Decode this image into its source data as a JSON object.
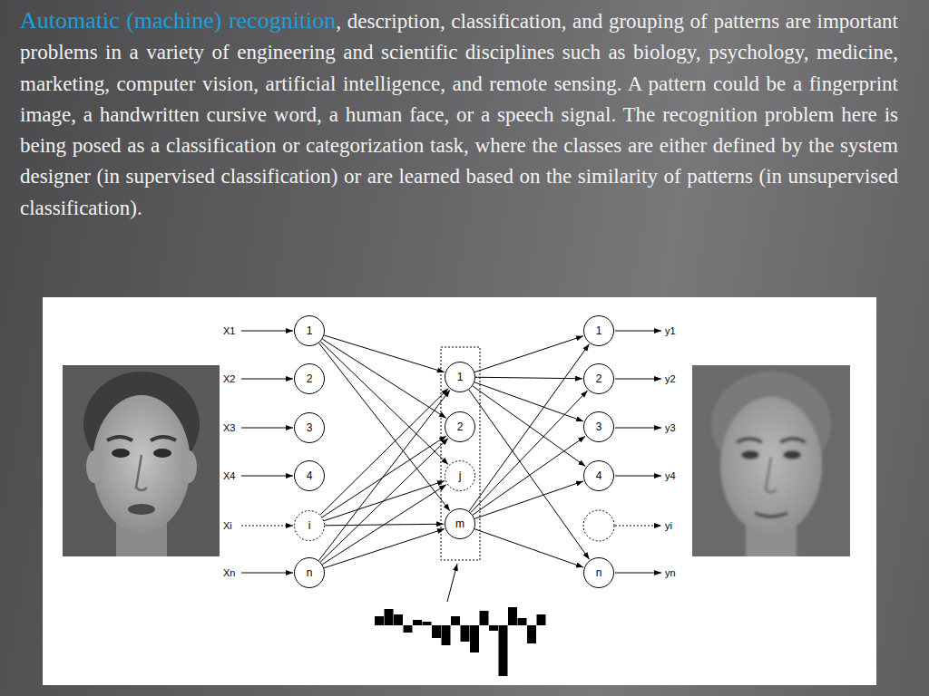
{
  "diagram": {
    "nodes": [
      {
        "text": [
          "1"
        ]
      },
      {
        "text": [
          "2"
        ]
      },
      {
        "text": [
          "3"
        ]
      },
      {
        "text": [
          "4"
        ]
      },
      {
        "text": [
          "i"
        ]
      },
      {
        "text": [
          "n"
        ]
      },
      {
        "text": [
          "1"
        ]
      },
      {
        "text": [
          "2"
        ]
      },
      {
        "text": [
          "j"
        ]
      },
      {
        "text": [
          "m"
        ]
      },
      {
        "text": [
          "1"
        ]
      },
      {
        "text": [
          "2"
        ]
      },
      {
        "text": [
          "3"
        ]
      },
      {
        "text": [
          "4"
        ]
      },
      {
        "text": [
          "n"
        ]
      }
    ],
    "edges": [
      {
        "from": 0,
        "to": 6,
        "arrow": "to"
      },
      {
        "from": 0,
        "to": 7,
        "arrow": "to"
      },
      {
        "from": 0,
        "to": 8,
        "arrow": "to"
      },
      {
        "from": 0,
        "to": 9,
        "arrow": "to"
      },
      {
        "from": 4,
        "to": 6,
        "arrow": "to"
      },
      {
        "from": 4,
        "to": 7,
        "arrow": "to"
      },
      {
        "from": 4,
        "to": 8,
        "arrow": "to"
      },
      {
        "from": 4,
        "to": 9,
        "arrow": "to"
      },
      {
        "from": 5,
        "to": 6,
        "arrow": "to"
      },
      {
        "from": 5,
        "to": 7,
        "arrow": "to"
      },
      {
        "from": 5,
        "to": 8,
        "arrow": "to"
      },
      {
        "from": 5,
        "to": 9,
        "arrow": "to"
      },
      {
        "from": 6,
        "to": 10,
        "arrow": "to"
      },
      {
        "from": 6,
        "to": 11,
        "arrow": "to"
      },
      {
        "from": 6,
        "to": 12,
        "arrow": "to"
      },
      {
        "from": 6,
        "to": 13,
        "arrow": "to"
      },
      {
        "from": 6,
        "to": 14,
        "arrow": "to"
      },
      {
        "from": 9,
        "to": 10,
        "arrow": "to"
      },
      {
        "from": 9,
        "to": 11,
        "arrow": "to"
      },
      {
        "from": 9,
        "to": 12,
        "arrow": "to"
      },
      {
        "from": 9,
        "to": 13,
        "arrow": "to"
      },
      {
        "from": 9,
        "to": 14,
        "arrow": "to"
      }
    ],
    "labels": [
      "Automatic (machine) recognition",
      ", description, classification, and grouping of patterns are important problems in a variety of engineering and scientific disciplines such as biology, psychology, medicine, marketing, computer vision, artificial intelligence, and remote sensing. A pattern could be a fingerprint image, a handwritten cursive word, a human face, or a speech signal. The recognition problem here is being posed as a classification or categorization task, where the classes are either defined by the system designer (in supervised classification) or are learned based on the similarity of patterns (in unsupervised classification).",
      "X1",
      "X2",
      "X3",
      "X4",
      "Xi",
      "Xn",
      "y1",
      "y2",
      "y3",
      "y4",
      "yi",
      "yn"
    ]
  }
}
